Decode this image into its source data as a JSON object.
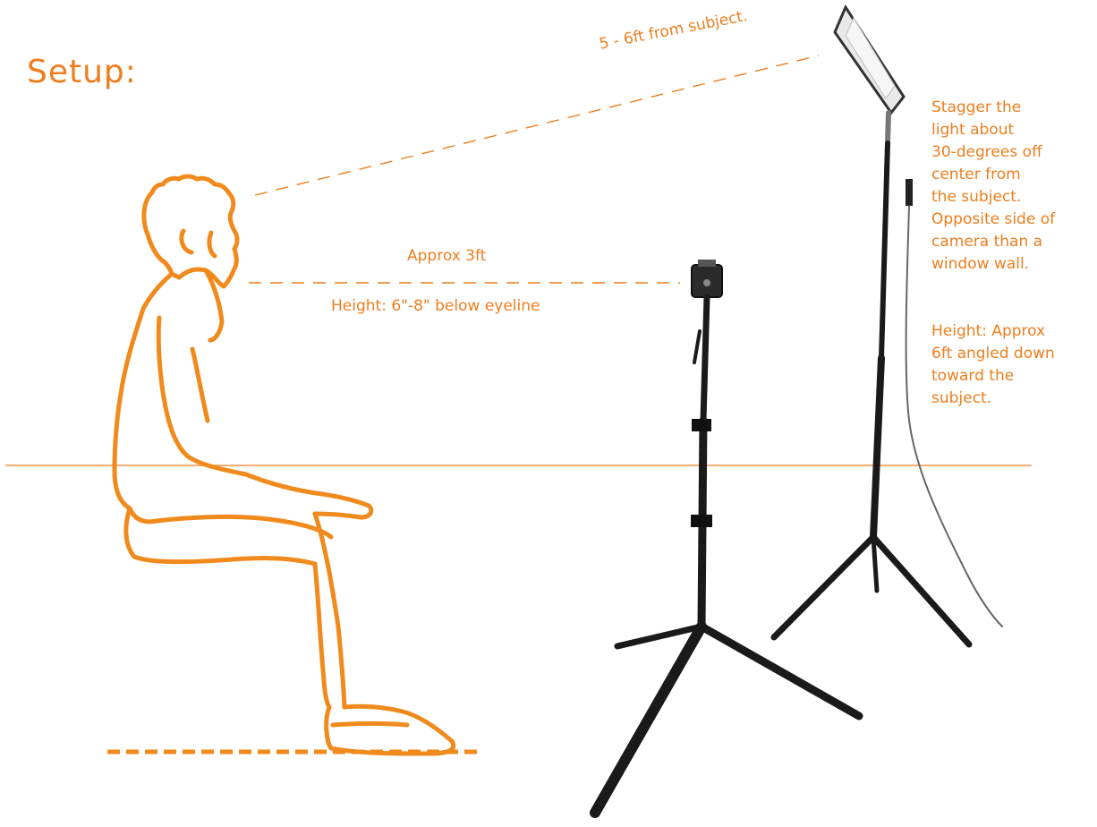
{
  "title": "Setup:",
  "labels": {
    "light_distance": "5 - 6ft from subject.",
    "camera_distance": "Approx 3ft",
    "camera_height": "Height: 6\"-8\" below eyeline",
    "light_note_lines": [
      "Stagger the",
      "light about",
      "30-degrees off",
      "center from",
      "the subject.",
      "Opposite side of",
      "camera than a",
      "window wall."
    ],
    "light_height_lines": [
      "Height: Approx",
      "6ft angled down",
      "toward the",
      "subject."
    ]
  },
  "colors": {
    "accent": "#ee7d1d",
    "figure": "#f08a1c",
    "equipment": "#1a1a1a"
  }
}
